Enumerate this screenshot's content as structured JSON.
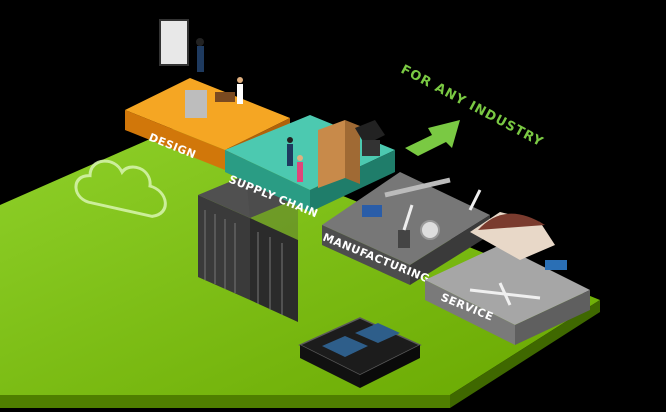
{
  "tagline": "FOR ANY INDUSTRY",
  "stations": {
    "design": "DESIGN",
    "supply_chain": "SUPPLY CHAIN",
    "manufacturing": "MANUFACTURING",
    "service": "SERVICE"
  },
  "colors": {
    "platform_green": "#76b900",
    "design_orange": "#f39c12",
    "supply_teal": "#3bb8a0",
    "factory_gray": "#6b6b6b",
    "service_gray": "#9a9a9a",
    "arrow_green": "#7ac943"
  },
  "icons": [
    "cloud-icon",
    "server-rack-icon",
    "gpu-chip-icon",
    "arrow-up-right-icon"
  ]
}
